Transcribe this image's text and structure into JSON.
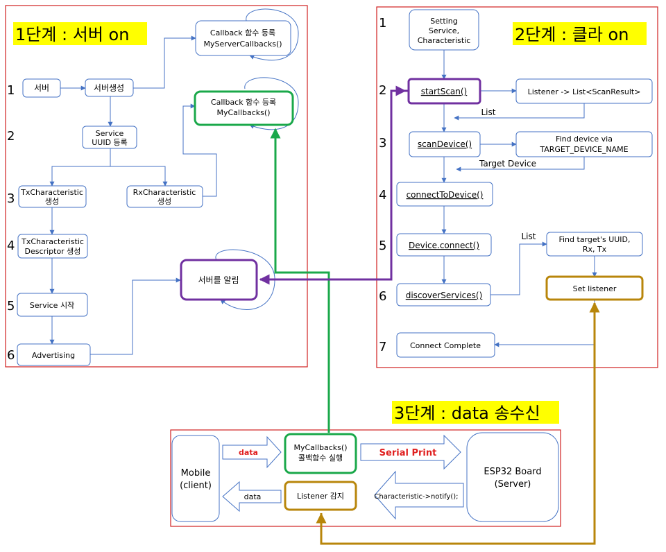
{
  "stage1": {
    "title": "1단계 : 서버 on",
    "steps": [
      "1",
      "2",
      "3",
      "4",
      "5",
      "6"
    ],
    "nodes": {
      "server": "서버",
      "create_server": "서버생성",
      "service_uuid": [
        "Service",
        "UUID 등록"
      ],
      "tx_char": [
        "TxCharacteristic",
        "생성"
      ],
      "rx_char": [
        "RxCharacteristic",
        "생성"
      ],
      "tx_desc": [
        "TxCharacteristic",
        "Descriptor 생성"
      ],
      "service_start": "Service 시작",
      "advertising": "Advertising",
      "server_cb": [
        "Callback 함수 등록",
        "MyServerCallbacks()"
      ],
      "my_cb": [
        "Callback 함수 등록",
        "MyCallbacks()"
      ],
      "notify_server": "서버를 알림"
    }
  },
  "stage2": {
    "title": "2단계 : 클라 on",
    "steps": [
      "1",
      "2",
      "3",
      "4",
      "5",
      "6",
      "7"
    ],
    "nodes": {
      "setting": [
        "Setting",
        "Service,",
        "Characteristic"
      ],
      "start_scan": "startScan()",
      "listener": "Listener -> List<ScanResult>",
      "scan_device": "scanDevice()",
      "find_device": [
        "Find device via",
        "TARGET_DEVICE_NAME"
      ],
      "connect_to_device": "connectToDevice()",
      "device_connect": "Device.connect()",
      "discover_services": "discoverServices()",
      "find_uuid": [
        "Find target's UUID,",
        "Rx, Tx"
      ],
      "set_listener": "Set listener",
      "connect_complete": "Connect Complete"
    },
    "edge_labels": {
      "list1": "List",
      "target_device": "Target Device",
      "list2": "List"
    }
  },
  "stage3": {
    "title": "3단계 : data 송수신",
    "nodes": {
      "mobile": [
        "Mobile",
        "(client)"
      ],
      "my_cb_exec": [
        "MyCallbacks()",
        "콜백함수 실행"
      ],
      "listener_detect": "Listener 감지",
      "esp32": [
        "ESP32 Board",
        "(Server)"
      ]
    },
    "arrows": {
      "data_in": "data",
      "serial_print": "Serial Print",
      "notify": "Characteristic->notify();",
      "data_out": "data"
    }
  },
  "colors": {
    "blue_line": "#4472c4",
    "frame_red": "#d02020",
    "highlight_yellow": "#ffff00",
    "green": "#1aa84a",
    "purple": "#7030a0",
    "gold": "#b8860b",
    "label_red": "#e02020"
  }
}
